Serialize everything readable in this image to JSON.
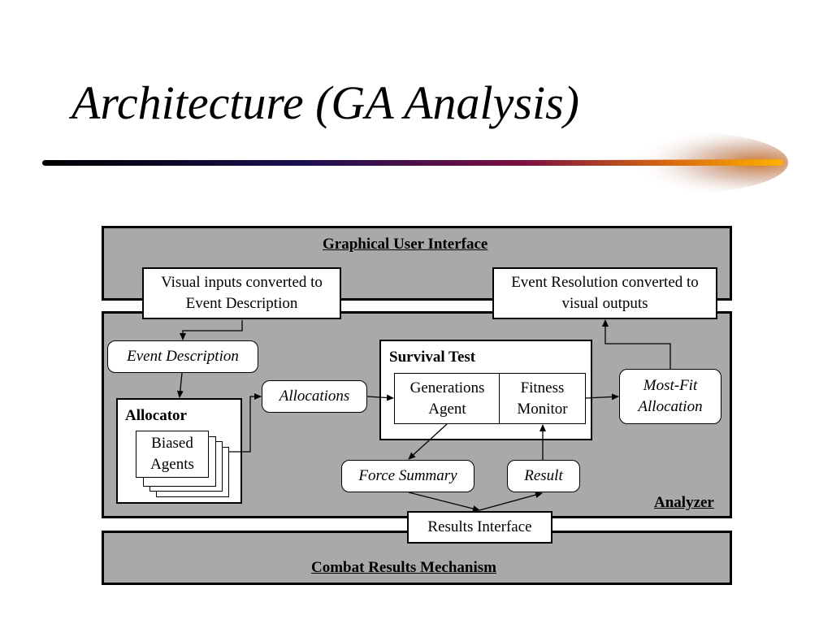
{
  "slide": {
    "title": "Architecture (GA Analysis)"
  },
  "diagram": {
    "gui_label": "Graphical User Interface",
    "analyzer_label": "Analyzer",
    "combat_label": "Combat Results Mechanism",
    "visual_inputs": "Visual inputs converted to Event Description",
    "event_resolution": "Event Resolution converted to visual outputs",
    "event_description": "Event Description",
    "allocator": "Allocator",
    "biased_agents": "Biased Agents",
    "allocations": "Allocations",
    "survival_test": "Survival Test",
    "generations_agent": "Generations Agent",
    "fitness_monitor": "Fitness Monitor",
    "most_fit_allocation": "Most-Fit Allocation",
    "force_summary": "Force Summary",
    "result": "Result",
    "results_interface": "Results Interface"
  }
}
